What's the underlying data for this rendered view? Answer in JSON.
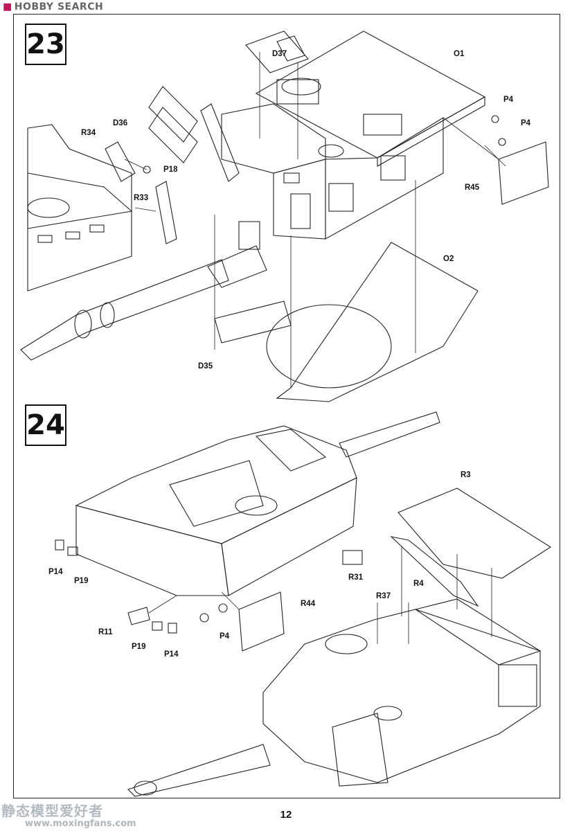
{
  "logo": {
    "brand": "HOBBY",
    "suffix": "SEARCH"
  },
  "steps": [
    {
      "number": "23"
    },
    {
      "number": "24"
    }
  ],
  "labels_23": {
    "d37": "D37",
    "o1": "O1",
    "p4a": "P4",
    "p4b": "P4",
    "d36": "D36",
    "r34": "R34",
    "p18": "P18",
    "r33": "R33",
    "r45": "R45",
    "o2": "O2",
    "d35": "D35"
  },
  "labels_24": {
    "r3": "R3",
    "p14a": "P14",
    "p19a": "P19",
    "r31": "R31",
    "r4": "R4",
    "r37": "R37",
    "r44": "R44",
    "r11": "R11",
    "p4": "P4",
    "p19b": "P19",
    "p14b": "P14"
  },
  "page_number": "12",
  "watermark": {
    "chinese": "静态模型爱好者",
    "url": "www.moxingfans.com"
  }
}
